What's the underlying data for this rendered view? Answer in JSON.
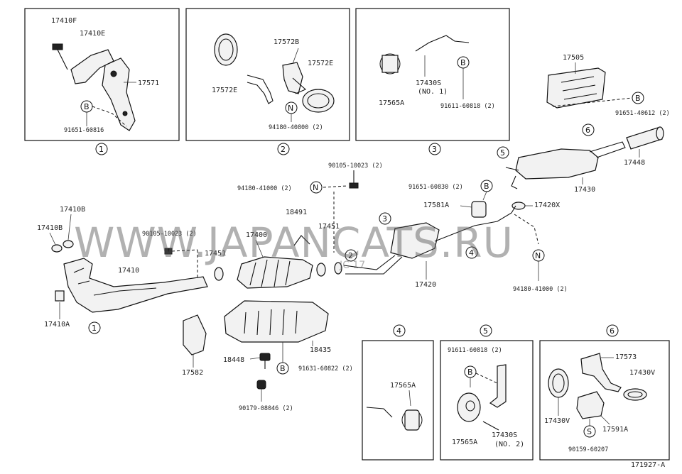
{
  "watermark": "WWW.JAPANCATS.RU",
  "watermark_small": "JC 17",
  "diagram_id": "171927-A",
  "insets": {
    "1": {
      "number": "1",
      "labels": {
        "a": "17410F",
        "b": "17410E",
        "c": "17571",
        "d": "91651-60816",
        "sym": "B"
      }
    },
    "2": {
      "number": "2",
      "labels": {
        "a": "17572B",
        "b": "17572E",
        "c": "17572E",
        "d": "94180-40800 (2)",
        "sym": "N"
      }
    },
    "3": {
      "number": "3",
      "labels": {
        "a": "17430S",
        "a2": "(NO. 1)",
        "b": "17565A",
        "c": "91611-60818 (2)",
        "sym": "B"
      }
    },
    "4": {
      "number": "4",
      "labels": {
        "a": "17565A"
      }
    },
    "5": {
      "number": "5",
      "labels": {
        "a": "91611-60818 (2)",
        "b": "17565A",
        "c": "17430S",
        "c2": "(NO. 2)",
        "sym": "B"
      }
    },
    "6": {
      "number": "6",
      "labels": {
        "a": "17573",
        "b": "17430V",
        "c": "17430V",
        "d": "17591A",
        "e": "90159-60207",
        "sym": "S"
      }
    }
  },
  "main_labels": {
    "l17505": "17505",
    "l91651_40612": "91651-40612 (2)",
    "l17448": "17448",
    "l17430": "17430",
    "l17420x": "17420X",
    "l91651_60830": "91651-60830 (2)",
    "l17581a": "17581A",
    "l90105_a": "90105-10023 (2)",
    "l94180_41000_a": "94180-41000 (2)",
    "l18491": "18491",
    "l17400": "17400",
    "l17451a": "17451",
    "l17451b": "17451",
    "l90105_b": "90105-10023 (2)",
    "l17410b_1": "17410B",
    "l17410b_2": "17410B",
    "l17410": "17410",
    "l17410a": "17410A",
    "l17420": "17420",
    "l94180_41000_b": "94180-41000 (2)",
    "l17582": "17582",
    "l18448": "18448",
    "l18435": "18435",
    "l91631_60822": "91631-60822 (2)",
    "l90179_08046": "90179-08046 (2)",
    "sym_N1": "N",
    "sym_N2": "N",
    "sym_B1": "B",
    "sym_B2": "B",
    "sym_B3": "B",
    "callout_1": "1",
    "callout_2": "2",
    "callout_3": "3",
    "callout_4": "4",
    "callout_5": "5",
    "callout_6": "6"
  }
}
